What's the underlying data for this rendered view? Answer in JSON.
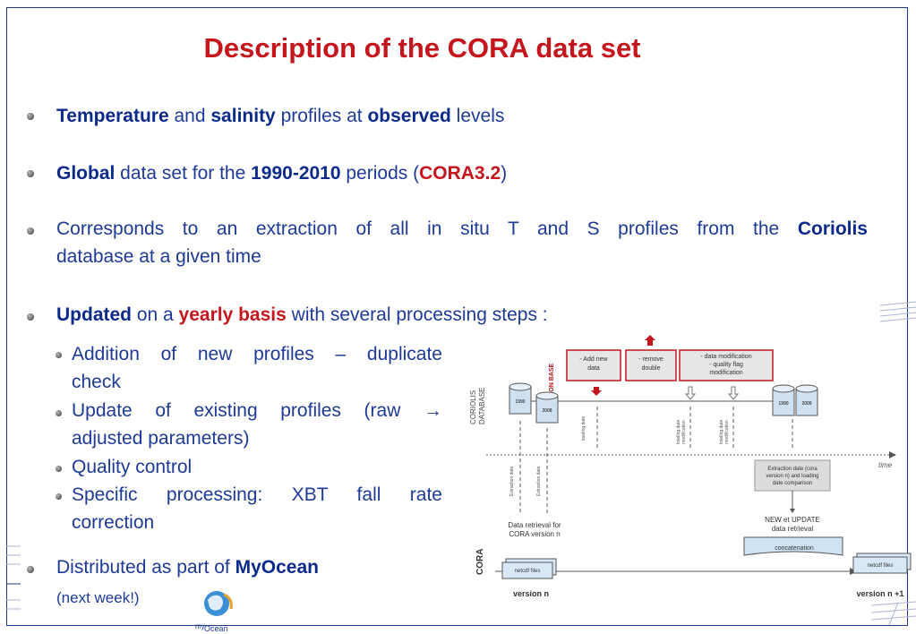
{
  "title": "Description of the CORA data set",
  "bullets": {
    "b1": {
      "w1": "Temperature",
      "t1": " and ",
      "w2": "salinity",
      "t2": " profiles at ",
      "w3": "observed",
      "t3": " levels"
    },
    "b2": {
      "w1": "Global",
      "t1": " data set for the ",
      "w2": "1990-2010",
      "t2": " periods (",
      "w3": "CORA3.2",
      "t3": ")"
    },
    "b3": {
      "line1": "Corresponds to an extraction of all in situ T and S profiles from the ",
      "w1": "Coriolis",
      "line2": "database at a given time"
    },
    "b4": {
      "w1": "Updated",
      "t1": " on a ",
      "w2": "yearly basis",
      "t2": " with several processing steps :"
    },
    "b5": {
      "t1": "Distributed as part of ",
      "w1": "MyOcean",
      "note": "(next week!)"
    }
  },
  "subitems": [
    {
      "line1": "Addition of new profiles – duplicate",
      "line2": "check"
    },
    {
      "line1": "Update of existing profiles (raw →",
      "line2": "adjusted parameters)"
    },
    {
      "line1": "Quality control",
      "line2": ""
    },
    {
      "line1": "Specific processing: XBT fall rate",
      "line2": "correction"
    }
  ],
  "diagram": {
    "boxes": {
      "add": "- Add new",
      "add2": "data",
      "remove": "- remove",
      "remove2": "double",
      "modif": "- data modification",
      "modif2": "- quality flag",
      "modif3": "modification"
    },
    "action_base": "ACTION BASE",
    "coriolis": "CORIOLIS",
    "database": "DATABASE",
    "cyl1": "1990",
    "cyl2": "2008",
    "cyl3": "1990",
    "cyl4": "2009",
    "loading_date": "loading date",
    "loading_mod": "loading date",
    "loading_mod2": "modification",
    "loading_mod3": "loading date",
    "loading_mod4": "modification",
    "time": "time",
    "extraction1": "Extraction date",
    "extraction2": "Extraction date",
    "extract_box1": "Extraction date (cora",
    "extract_box2": "version n) and loading",
    "extract_box3": "date comparison",
    "retrieval1": "Data retrieval for",
    "retrieval2": "CORA version n",
    "newupdate1": "NEW et UPDATE",
    "newupdate2": "data retrieval",
    "cora": "CORA",
    "concat": "concatenation",
    "netcdf1": "netcdf files",
    "netcdf2": "netcdf files",
    "version_n": "version n",
    "version_n1": "version n +1"
  },
  "logo": {
    "my": "my",
    "ocean": "Ocean"
  }
}
